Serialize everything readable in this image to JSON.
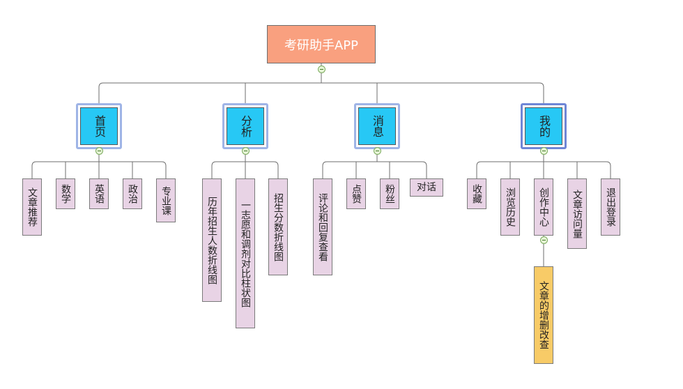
{
  "root": {
    "title": "考研助手APP"
  },
  "categories": [
    {
      "id": "home",
      "label": "首页",
      "children": [
        "文章推荐",
        "数学",
        "英语",
        "政治",
        "专业课"
      ]
    },
    {
      "id": "analysis",
      "label": "分析",
      "children": [
        "历年招生人数折线图",
        "一志愿和调剂对比柱状图",
        "招生分数折线图"
      ]
    },
    {
      "id": "messages",
      "label": "消息",
      "children": [
        "评论和回复查看",
        "点赞",
        "粉丝",
        "对话"
      ]
    },
    {
      "id": "mine",
      "label": "我的",
      "children": [
        "收藏",
        "浏览历史",
        "创作中心",
        "文章访问量",
        "退出登录"
      ],
      "grandchildren": {
        "创作中心": [
          "文章的增删改查"
        ]
      }
    }
  ],
  "colors": {
    "root": "#f9a07f",
    "category": "#27c8f5",
    "leaf": "#e8d3e5",
    "grandchild": "#f8cb67",
    "line": "#6d6d6d"
  }
}
